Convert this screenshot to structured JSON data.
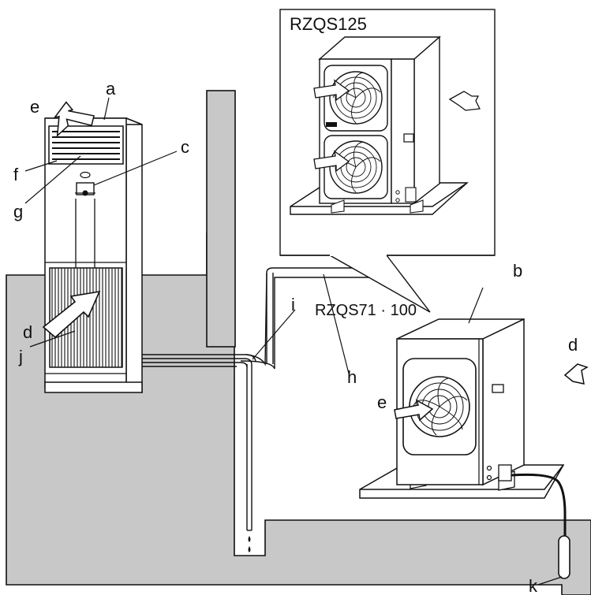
{
  "models": {
    "large": "RZQS125",
    "small": "RZQS71 · 100"
  },
  "callouts": {
    "a": "a",
    "b": "b",
    "c": "c",
    "d_indoor": "d",
    "d_outdoor": "d",
    "e_indoor": "e",
    "e_outdoor": "e",
    "f": "f",
    "g": "g",
    "h": "h",
    "i": "i",
    "j": "j",
    "k": "k"
  },
  "colors": {
    "ground": "#c8c8c8",
    "line": "#111111",
    "unit_body": "#ffffff"
  }
}
